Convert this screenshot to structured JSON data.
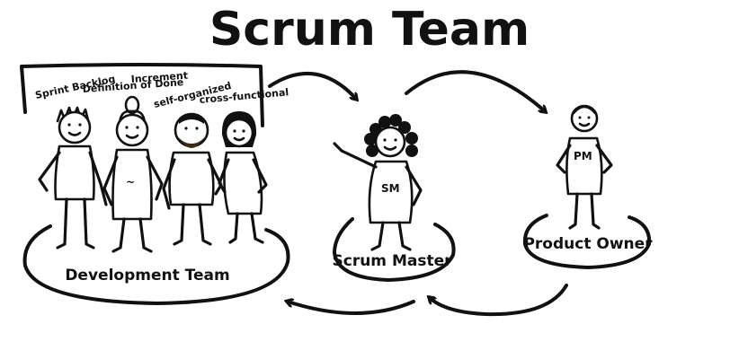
{
  "title": "Scrum Team",
  "development_team": {
    "label": "Development Team",
    "annotations": [
      "Sprint Backlog",
      "Definition of Done",
      "Increment",
      "self-organized",
      "cross-functional"
    ],
    "colors": [
      "#8fd14f",
      "#f5c518",
      "#9b30f2",
      "#3b7bf0"
    ]
  },
  "scrum_master": {
    "label": "Scrum Master",
    "badge": "SM",
    "color": "#e82c2c"
  },
  "product_owner": {
    "label": "Product Owner",
    "badge": "PM",
    "color": "#f7e01e"
  }
}
